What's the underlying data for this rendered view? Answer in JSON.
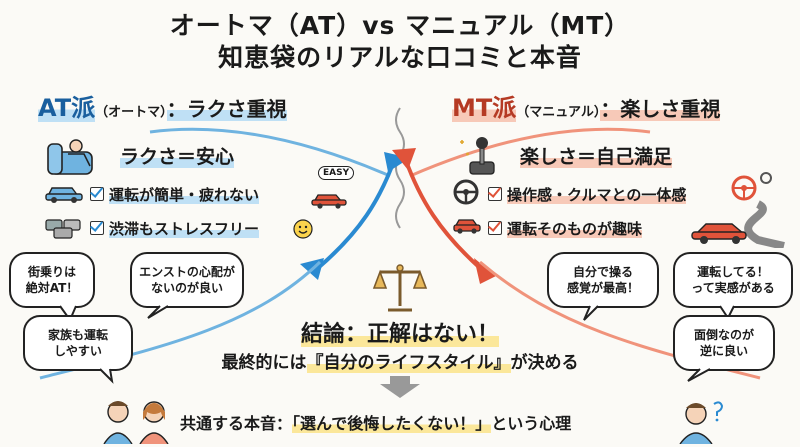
{
  "title_line1": "オートマ（AT）vs マニュアル（MT）",
  "title_line2": "知恵袋のリアルな口コミと本音",
  "at": {
    "head_main": "AT派",
    "head_sub": "（オートマ）",
    "head_tail": "：ラクさ重視",
    "sub": "ラクさ＝安心",
    "items": [
      "運転が簡単・疲れない",
      "渋滞もストレスフリー"
    ],
    "easy": "EASY",
    "bubbles": [
      "街乗りは\n絶対AT！",
      "エンストの心配が\nないのが良い",
      "家族も運転\nしやすい"
    ]
  },
  "mt": {
    "head_main": "MT派",
    "head_sub": "（マニュアル）",
    "head_tail": "：楽しさ重視",
    "sub": "楽しさ＝自己満足",
    "items": [
      "操作感・クルマとの一体感",
      "運転そのものが趣味"
    ],
    "bubbles": [
      "自分で操る\n感覚が最高！",
      "運転してる！\nって実感がある",
      "面倒なのが\n逆に良い"
    ]
  },
  "conclusion": {
    "main": "結論：正解はない！",
    "sub_pre": "最終的には",
    "sub_hl": "『自分のライフスタイル』",
    "sub_post": "が決める"
  },
  "footer": {
    "pre": "共通する本音：",
    "hl": "「選んで後悔したくない！」",
    "post": "という心理"
  },
  "colors": {
    "at": "#2a8ad1",
    "mt": "#e0533a",
    "accent_yellow": "#fbe79a"
  }
}
